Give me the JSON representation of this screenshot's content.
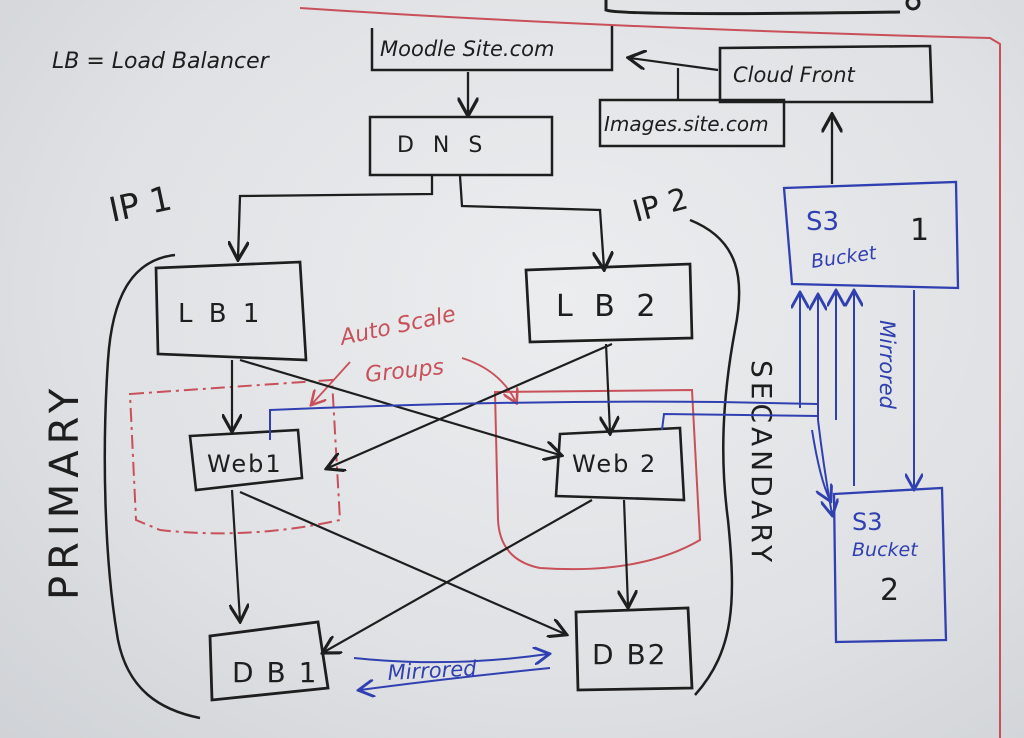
{
  "legend": {
    "text": "LB = Load Balancer"
  },
  "nodes": {
    "moodle": "Moodle Site.com",
    "dns": "D N S",
    "cloudfront": "Cloud Front",
    "images": "Images.site.com",
    "lb1": "L B 1",
    "lb2": "L B 2",
    "web1": "Web1",
    "web2": "Web 2",
    "db1": "D B 1",
    "db2": "D B2",
    "s3_1_title": "S3",
    "s3_1_sub": "Bucket",
    "s3_1_num": "1",
    "s3_2_title": "S3",
    "s3_2_sub": "Bucket",
    "s3_2_num": "2"
  },
  "labels": {
    "ip1": "IP 1",
    "ip2": "IP 2",
    "primary": "PRIMARY",
    "secondary": "SECANDARY",
    "autoscale_line1": "Auto Scale",
    "autoscale_line2": "Groups",
    "mirrored_db": "Mirrored",
    "mirrored_s3": "Mirrored"
  },
  "colors": {
    "ink_black": "#1e1e1e",
    "ink_red": "#c8505a",
    "ink_blue": "#3140b0",
    "board": "#e4e6e9"
  }
}
